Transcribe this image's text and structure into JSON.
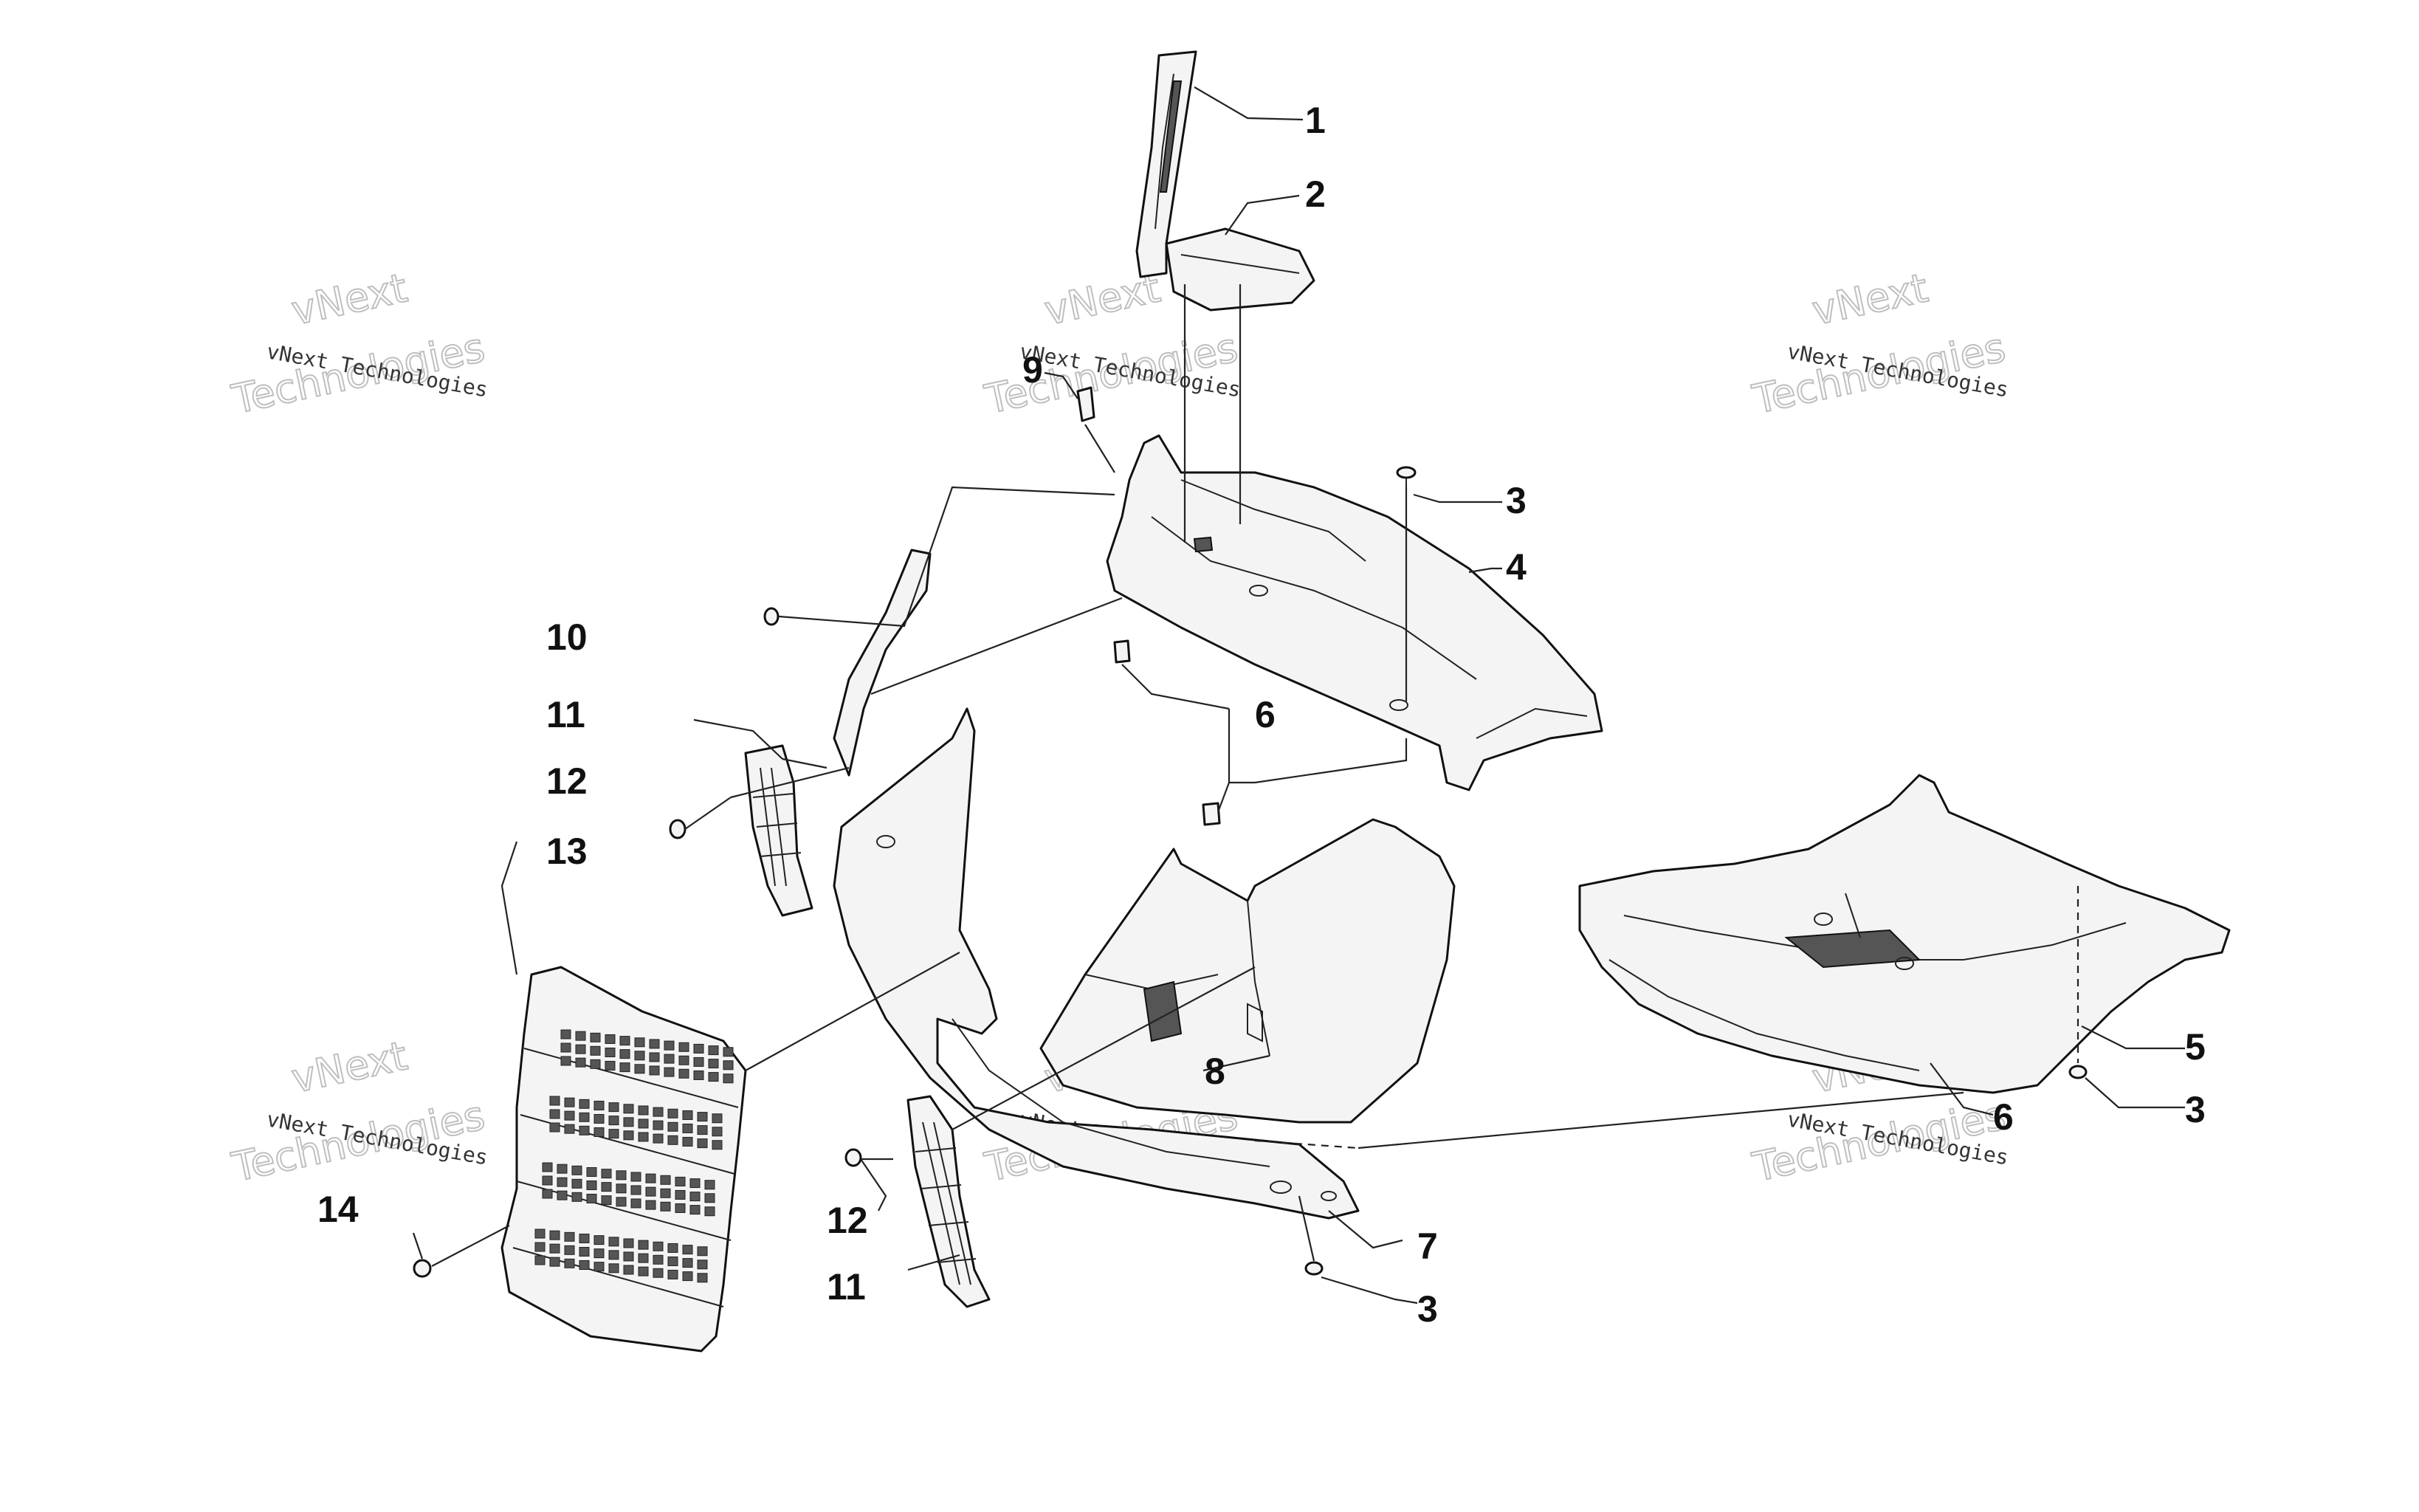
{
  "watermark": {
    "line1": "vNext Technologies",
    "line2": "vNext",
    "line3": "Technologies"
  },
  "callouts": {
    "c1": "1",
    "c2": "2",
    "c3a": "3",
    "c3b": "3",
    "c3c": "3",
    "c4": "4",
    "c5": "5",
    "c6a": "6",
    "c6b": "6",
    "c7": "7",
    "c8": "8",
    "c9": "9",
    "c10": "10",
    "c11a": "11",
    "c11b": "11",
    "c12a": "12",
    "c12b": "12",
    "c13": "13",
    "c14": "14"
  }
}
